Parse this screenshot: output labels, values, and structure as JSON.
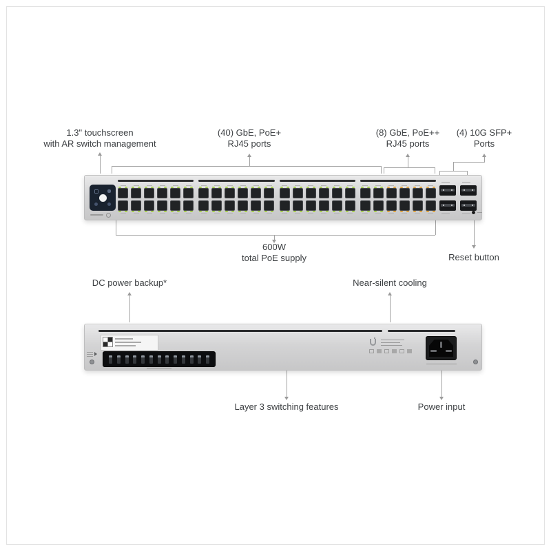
{
  "page": {
    "background": "#ffffff",
    "frame_border_color": "#e3e3e3"
  },
  "callouts": {
    "touchscreen": {
      "line1": "1.3\" touchscreen",
      "line2": "with AR switch management"
    },
    "poe_plus": {
      "line1": "(40) GbE, PoE+",
      "line2": "RJ45 ports"
    },
    "poe_pp": {
      "line1": "(8) GbE, PoE++",
      "line2": "RJ45 ports"
    },
    "sfp": {
      "line1": "(4) 10G SFP+",
      "line2": "Ports"
    },
    "poe_supply": {
      "line1": "600W",
      "line2": "total PoE supply"
    },
    "reset": {
      "label": "Reset button"
    },
    "dc_backup": {
      "label": "DC power backup*"
    },
    "cooling": {
      "label": "Near-silent cooling"
    },
    "layer3": {
      "label": "Layer 3 switching features"
    },
    "power_input": {
      "label": "Power input"
    }
  },
  "device": {
    "front_view": {
      "rj45_columns": 24,
      "rj45_rows": 2,
      "rj45_port_total": 48,
      "poe_pp_columns": 4,
      "port_groups": 4,
      "sfp_cages": 4
    },
    "rear_view": {
      "dc_connector_pins": 13
    },
    "colors": {
      "body_gray": "#d3d4d5",
      "port_dark": "#212325",
      "led_green": "#a6ce4e",
      "led_amber": "#dfa33f",
      "screen_navy": "#19222f",
      "vent_dark": "#2b2c2e",
      "connector_line": "#a3a3a3",
      "label_text": "#3d4043"
    }
  }
}
